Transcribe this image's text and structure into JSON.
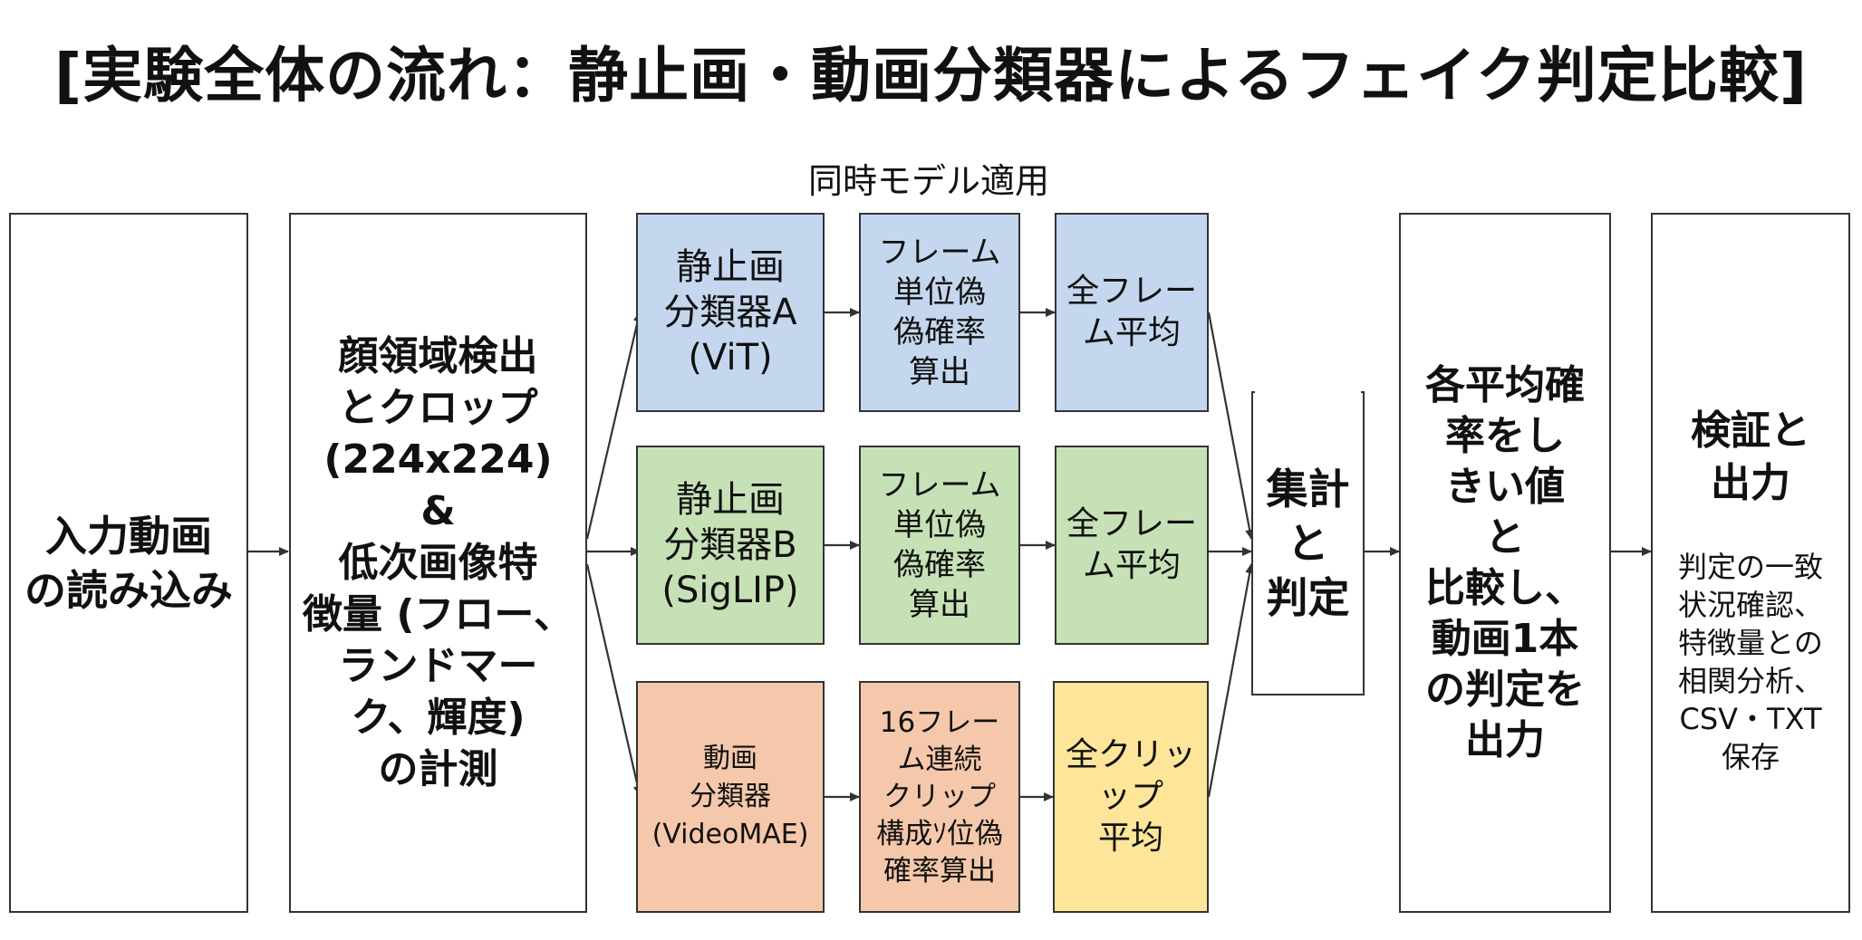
{
  "title": "[実験全体の流れ：静止画・動画分類器によるフェイク判定比較]",
  "simultaneous_label": "同時モデル適用",
  "boxes": {
    "input": "入力動画\nの読み込み",
    "preprocess": "顔領域検出\nとクロップ\n(224x224)\n&\n低次画像特\n徴量 (フロー、\nランドマー\nク、輝度)\nの計測",
    "model_a": "静止画\n分類器A\n(ViT)",
    "model_b": "静止画\n分類器B\n(SigLIP)",
    "model_c": "動画\n分類器\n(VideoMAE)",
    "frame_a": "フレーム\n単位偽\n偽確率\n算出",
    "frame_b": "フレーム\n単位偽\n偽確率\n算出",
    "frame_c": "16フレー\nム連続\nクリップ\n構成ｿ位偽\n確率算出",
    "avg_a": "全フレー\nム平均",
    "avg_b": "全フレー\nム平均",
    "avg_c": "全クリッ\nップ\n平均",
    "aggregate": "集計\nと\n判定",
    "compare": "各平均確\n率をし\nきい値\nと\n比較し、\n動画1本\nの判定を\n出力",
    "output_title": "検証と\n出力",
    "output_detail": "判定の一致\n状況確認、\n特徴量との\n相関分析、\nCSV・TXT\n保存"
  },
  "colors": {
    "blue": "#c5d7ee",
    "green": "#c7e1b6",
    "orange": "#f5c8ab",
    "yellow": "#fde59a",
    "border": "#333333",
    "arrow": "#333333"
  }
}
